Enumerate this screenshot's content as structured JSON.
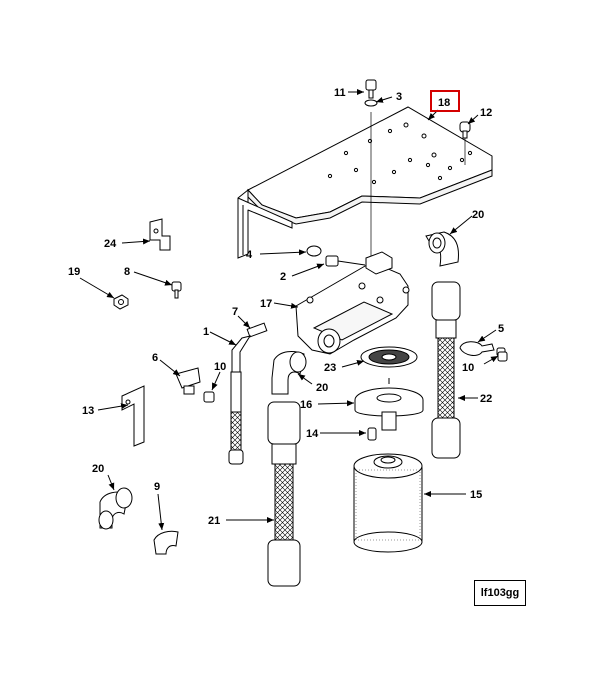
{
  "figure_id": "lf103gg",
  "highlight_color": "#d40000",
  "callouts": {
    "c11": "11",
    "c3": "3",
    "c18": "18",
    "c12": "12",
    "c20a": "20",
    "c24": "24",
    "c4": "4",
    "c2": "2",
    "c19": "19",
    "c8": "8",
    "c17": "17",
    "c7": "7",
    "c1": "1",
    "c5": "5",
    "c6": "6",
    "c10a": "10",
    "c10b": "10",
    "c20b": "20",
    "c23": "23",
    "c22": "22",
    "c13": "13",
    "c16": "16",
    "c14": "14",
    "c15": "15",
    "c20c": "20",
    "c9": "9",
    "c21": "21"
  }
}
